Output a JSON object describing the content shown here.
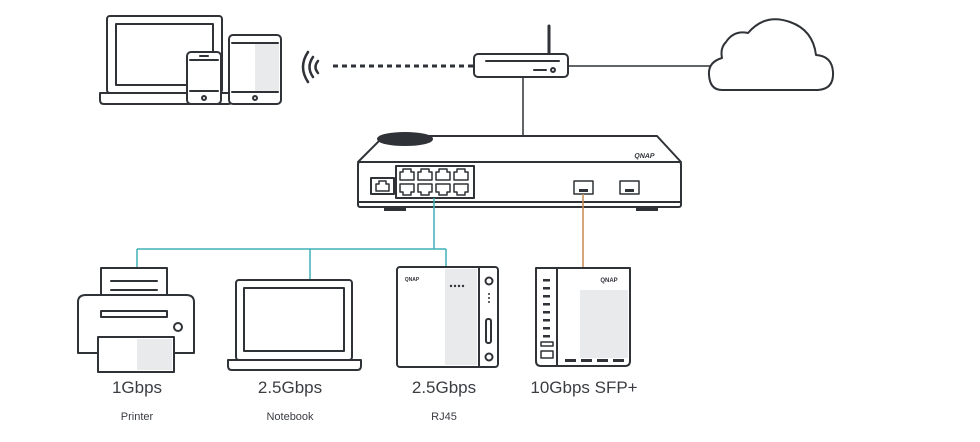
{
  "devices": [
    {
      "speed": "1Gbps",
      "label": "Printer"
    },
    {
      "speed": "2.5Gbps",
      "label": "Notebook"
    },
    {
      "speed": "2.5Gbps",
      "label": "RJ45"
    },
    {
      "speed": "10Gbps SFP+",
      "label": ""
    }
  ],
  "brand_marks": {
    "switch": "QNAP",
    "nas_small": "QNAP",
    "nas_large": "QNAP"
  },
  "colors": {
    "outline": "#2f3237",
    "device_fill": "#ffffff",
    "device_shade": "#e9eaec",
    "rj45_link": "#3fb0b7",
    "sfp_link": "#c8894f"
  }
}
